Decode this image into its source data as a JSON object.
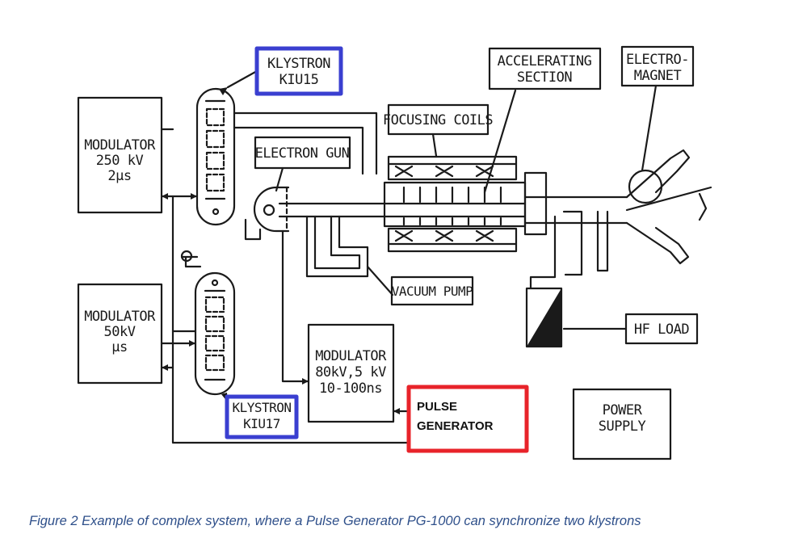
{
  "diagram": {
    "labels": {
      "modulator_1": [
        "MODULATOR",
        "250 kV",
        "2μs"
      ],
      "modulator_2": [
        "MODULATOR",
        "50kV",
        "μs"
      ],
      "modulator_3": [
        "MODULATOR",
        "80kV,5 kV",
        "10-100ns"
      ],
      "klystron_1": [
        "KLYSTRON",
        "KIU15"
      ],
      "klystron_2": [
        "KLYSTRON",
        "KIU17"
      ],
      "electron_gun": "ELECTRON GUN",
      "focusing_coils": "FOCUSING COILS",
      "accelerating_section": [
        "ACCELERATING",
        "SECTION"
      ],
      "electro_magnet": [
        "ELECTRO-",
        "MAGNET"
      ],
      "vacuum_pump": "VACUUM PUMP",
      "hf_load": "HF LOAD",
      "pulse_generator": [
        "PULSE",
        "GENERATOR"
      ],
      "power_supply": [
        "POWER",
        "SUPPLY"
      ]
    },
    "colors": {
      "klystron_highlight": "#3a3fd0",
      "pulse_generator_highlight": "#e8232a",
      "line": "#1a1a1a",
      "caption": "#2e4f8a"
    }
  },
  "caption": "Figure 2 Example of complex system, where a Pulse Generator PG-1000 can synchronize two klystrons"
}
